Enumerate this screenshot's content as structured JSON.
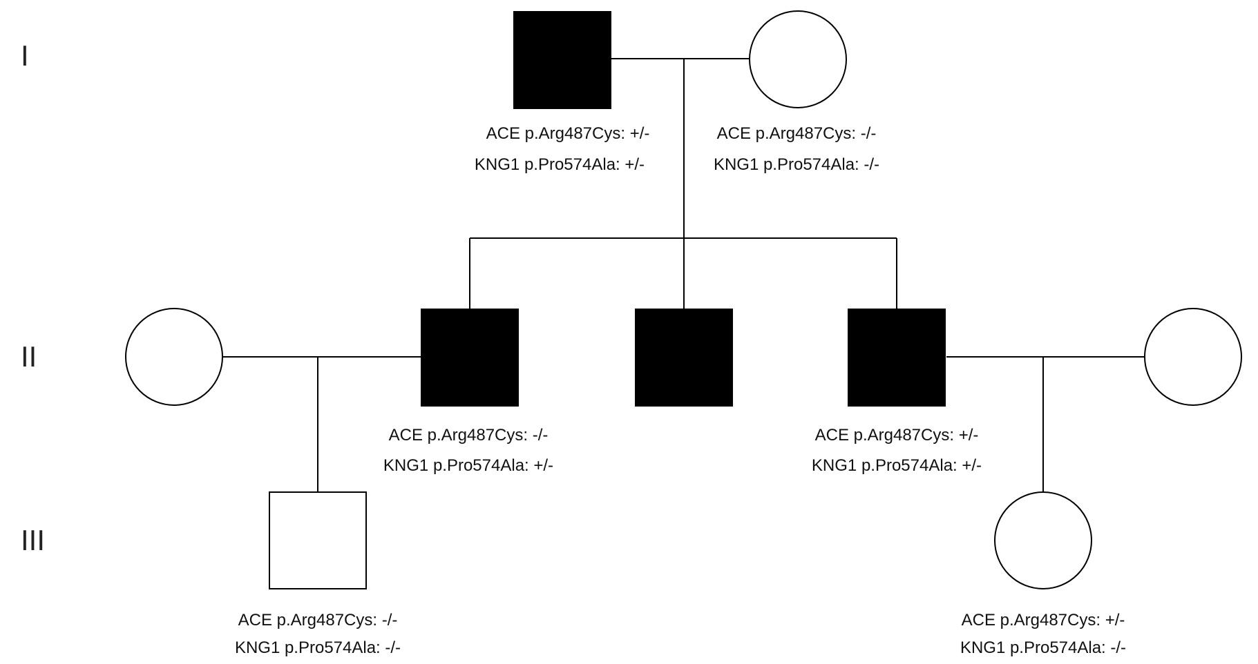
{
  "generations": [
    "I",
    "II",
    "III"
  ],
  "individuals": {
    "I_1": {
      "sex": "male",
      "affected": true,
      "ace": "ACE p.Arg487Cys: +/-",
      "kng1": "KNG1 p.Pro574Ala: +/-"
    },
    "I_2": {
      "sex": "female",
      "affected": false,
      "ace": "ACE p.Arg487Cys: -/-",
      "kng1": "KNG1 p.Pro574Ala: -/-"
    },
    "II_1": {
      "sex": "female",
      "affected": false
    },
    "II_2": {
      "sex": "male",
      "affected": true,
      "ace": "ACE p.Arg487Cys: -/-",
      "kng1": "KNG1 p.Pro574Ala: +/-"
    },
    "II_3": {
      "sex": "male",
      "affected": true
    },
    "II_4": {
      "sex": "male",
      "affected": true,
      "ace": "ACE p.Arg487Cys: +/-",
      "kng1": "KNG1 p.Pro574Ala: +/-"
    },
    "II_5": {
      "sex": "female",
      "affected": false
    },
    "III_1": {
      "sex": "male",
      "affected": false,
      "ace": "ACE p.Arg487Cys: -/-",
      "kng1": "KNG1 p.Pro574Ala: -/-"
    },
    "III_2": {
      "sex": "female",
      "affected": false,
      "ace": "ACE p.Arg487Cys: +/-",
      "kng1": "KNG1 p.Pro574Ala: -/-"
    }
  },
  "colors": {
    "affected": "#000000",
    "unaffected": "#ffffff",
    "line": "#000000"
  }
}
